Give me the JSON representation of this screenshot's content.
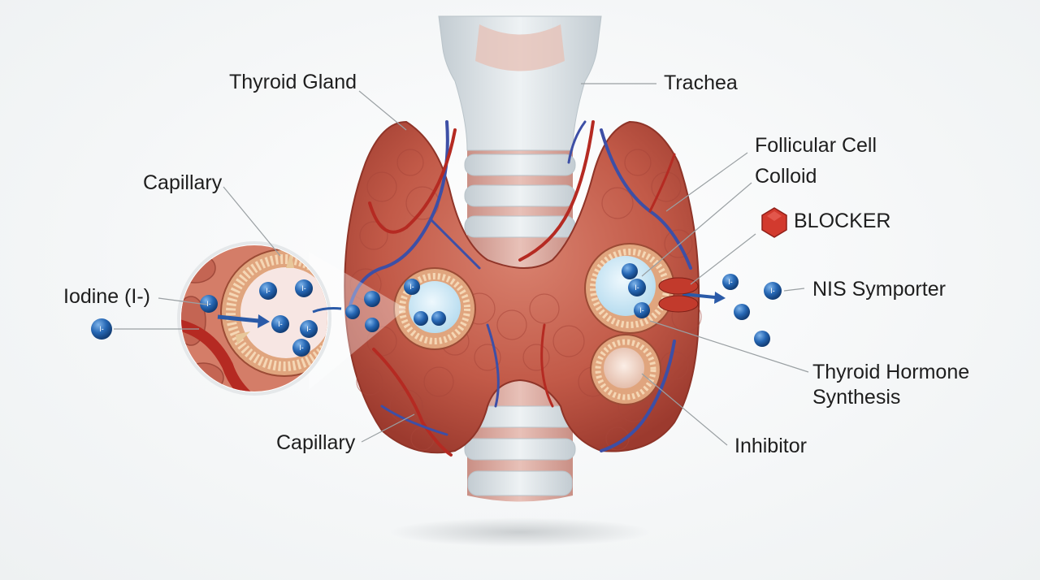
{
  "labels": {
    "thyroid_gland": "Thyroid Gland",
    "trachea": "Trachea",
    "follicular_cell": "Follicular Cell",
    "colloid": "Colloid",
    "blocker": "BLOCKER",
    "capillary_upper": "Capillary",
    "iodine": "Iodine (I-)",
    "nis_symporter": "NIS Symporter",
    "hormone_synthesis_line1": "Thyroid Hormone",
    "hormone_synthesis_line2": "Synthesis",
    "capillary_lower": "Capillary",
    "inhibitor": "Inhibitor"
  },
  "ion_symbol": "I-",
  "colors": {
    "tissue": "#c7604f",
    "tissue_dark": "#9c3a2e",
    "vein": "#3d4fa6",
    "artery": "#b52a22",
    "cartilage": "#dfe6ea",
    "colloid": "#cfe7f5",
    "ion": "#1f5fa8",
    "blocker": "#d23a2e",
    "leader": "#9aa0a3"
  }
}
